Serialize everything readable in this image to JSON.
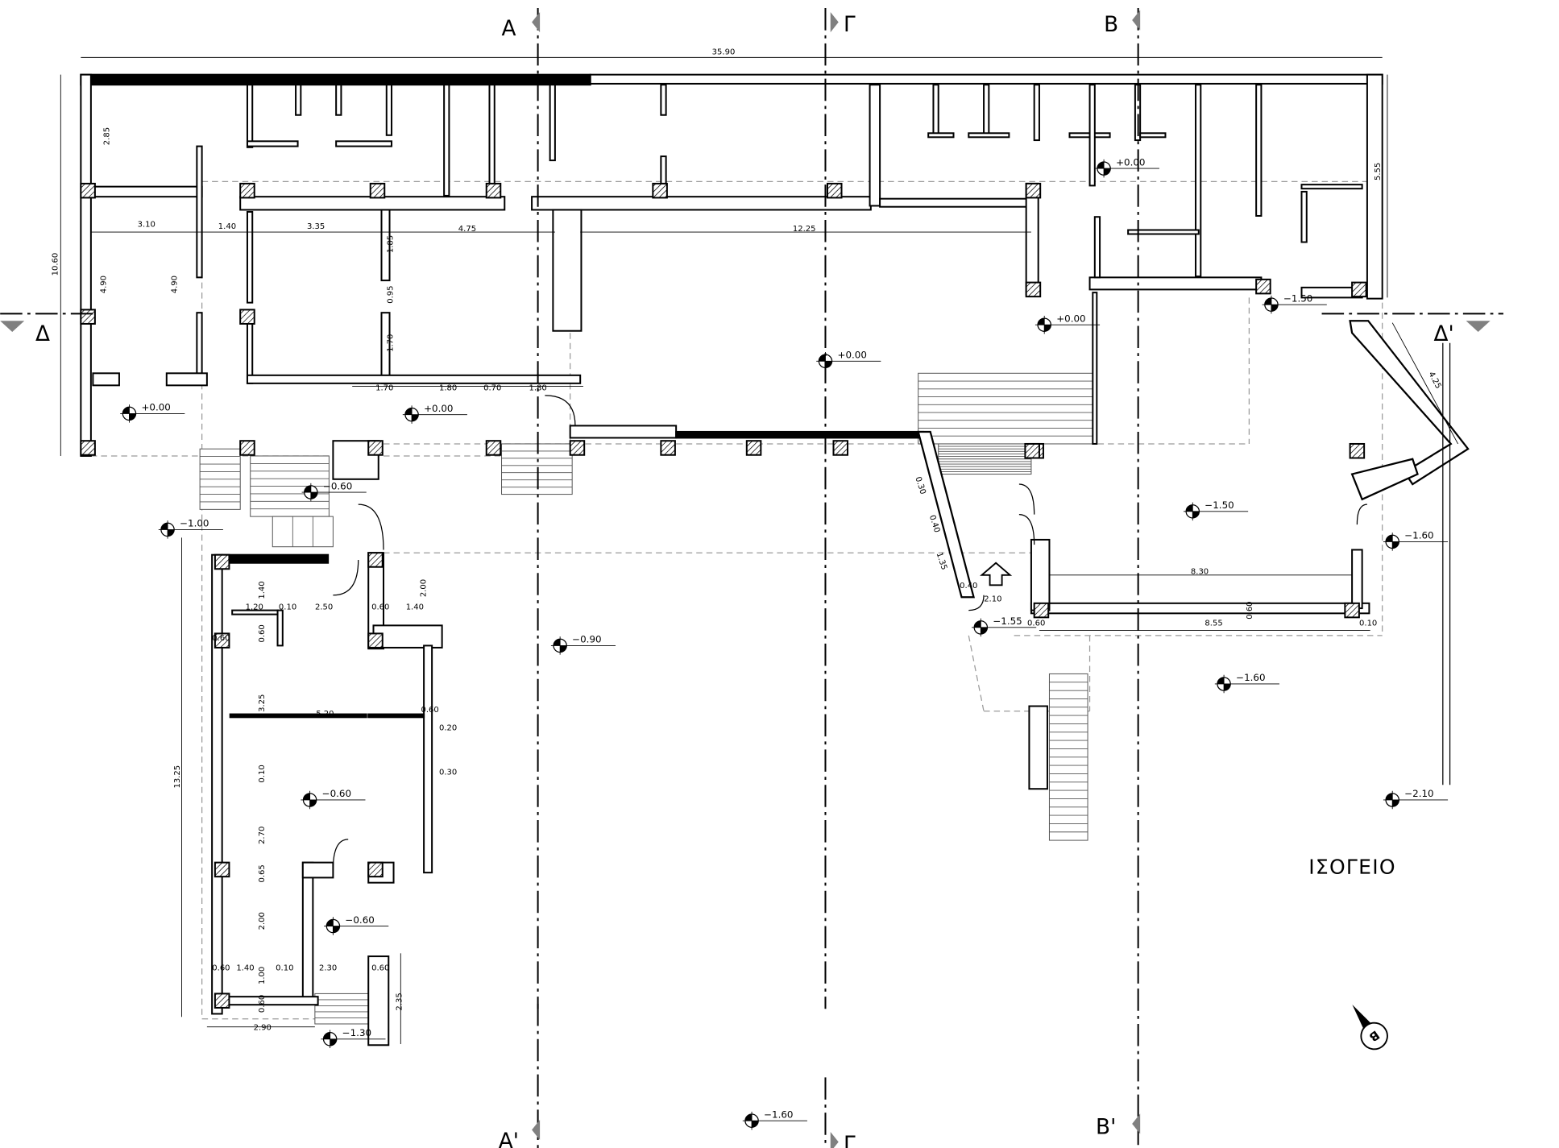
{
  "title": "ΙΣΟΓΕΙΟ",
  "north_label": "B",
  "section_markers": [
    "Α",
    "Α'",
    "Γ",
    "Γ",
    "Β",
    "Β'",
    "Δ",
    "Δ'"
  ],
  "level_marks": [
    "+0.00",
    "+0.00",
    "+0.00",
    "+0.00",
    "+0.00",
    "−1.50",
    "−1.50",
    "−1.60",
    "−1.60",
    "−2.10",
    "−1.55",
    "−0.90",
    "−0.60",
    "−0.60",
    "−0.60",
    "−1.00",
    "−1.30",
    "−1.60"
  ],
  "dimensions": [
    "35.90",
    "10.60",
    "2.85",
    "3.10",
    "1.40",
    "3.35",
    "4.75",
    "12.25",
    "1.85",
    "0.95",
    "1.70",
    "4.90",
    "4.90",
    "1.70",
    "1.80",
    "0.70",
    "1.80",
    "5.55",
    "4.25",
    "8.30",
    "8.55",
    "0.60",
    "0.10",
    "2.10",
    "0.40",
    "1.35",
    "1.40",
    "1.20",
    "0.10",
    "2.50",
    "0.60",
    "1.40",
    "2.00",
    "0.60",
    "0.60",
    "3.25",
    "5.20",
    "0.60",
    "0.20",
    "0.30",
    "0.10",
    "2.70",
    "0.65",
    "2.00",
    "13.25",
    "0.60",
    "1.40",
    "0.10",
    "2.30",
    "0.60",
    "1.00",
    "0.60",
    "2.35",
    "2.90",
    "0.30",
    "0.40",
    "0.60"
  ],
  "colors": {
    "ink": "#000000",
    "marker": "#808080",
    "dashed": "#9a9a9a"
  }
}
